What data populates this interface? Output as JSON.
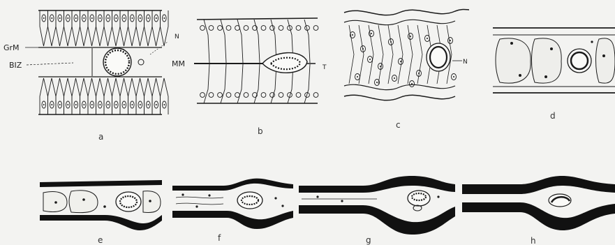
{
  "annotations": {
    "grm": "GrM",
    "biz": "BIZ",
    "mm": "MM",
    "n_a": "N",
    "t_b": "T",
    "n_c": "N"
  },
  "captions": [
    "a",
    "b",
    "c",
    "d",
    "e",
    "f",
    "g",
    "h"
  ],
  "colors": {
    "ink": "#1b1b1b",
    "paper": "#f3f3f1",
    "cell": "#e9e9e6"
  }
}
